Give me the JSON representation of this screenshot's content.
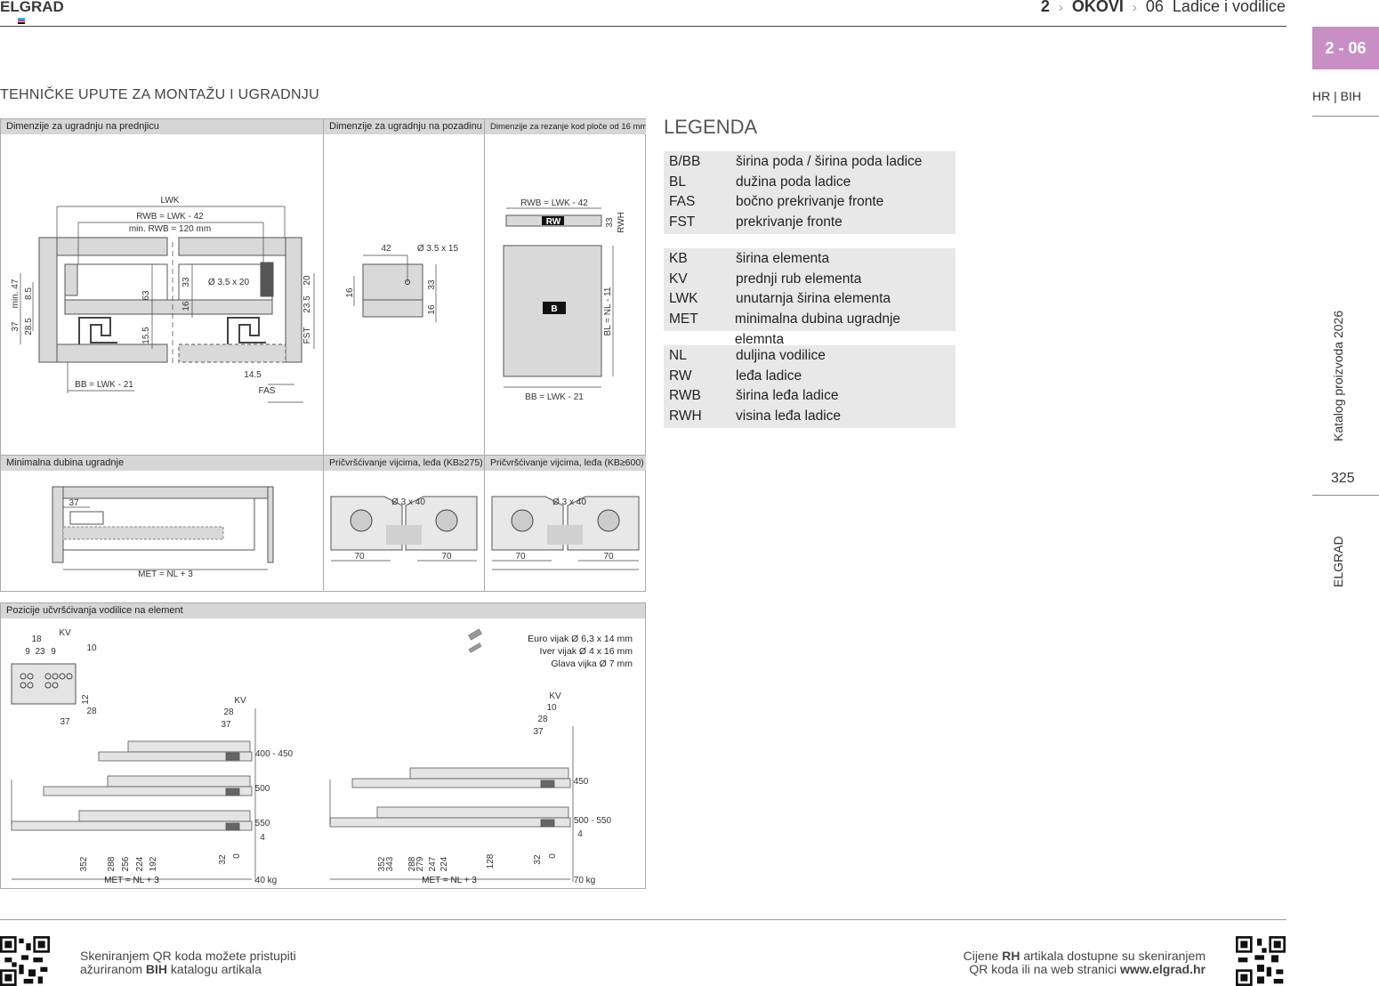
{
  "header": {
    "brand": "ELGRAD",
    "breadcrumb": {
      "num": "2",
      "section": "OKOVI",
      "sub_num": "06",
      "sub_label": "Ladice i vodilice"
    },
    "separator": "›"
  },
  "sidebar": {
    "tab": "2 - 06",
    "lang": "HR | BIH",
    "catalog": "Katalog proizvoda 2026",
    "page_number": "325",
    "brand_vertical": "ELGRAD"
  },
  "page_title": "TEHNIČKE UPUTE ZA MONTAŽU I UGRADNJU",
  "panels": {
    "front": {
      "title": "Dimenzije za ugradnju na prednjicu",
      "labels": {
        "lwk": "LWK",
        "rwb": "RWB = LWK - 42",
        "min_rwb": "min. RWB = 120 mm",
        "screw": "Ø 3.5 x 20",
        "bb": "BB = LWK - 21",
        "fas": "FAS",
        "fst": "FST",
        "d145": "14.5",
        "min47": "min. 47",
        "d85": "8.5",
        "d37": "37",
        "d285": "28.5",
        "d63": "63",
        "d155": "15.5",
        "d33": "33",
        "d16": "16",
        "d20": "20",
        "d235": "23.5"
      }
    },
    "back": {
      "title": "Dimenzije za ugradnju na pozadinu",
      "labels": {
        "d42": "42",
        "screw": "Ø 3.5 x 15",
        "d16a": "16",
        "d33": "33",
        "d16b": "16"
      }
    },
    "cut": {
      "title": "Dimenzije za rezanje kod ploče od 16 mm",
      "labels": {
        "rwb": "RWB = LWK - 42",
        "rw": "RW",
        "d33": "33",
        "rwh": "RWH",
        "b": "B",
        "bl": "BL = NL - 11",
        "bb": "BB = LWK - 21"
      }
    },
    "min_depth": {
      "title": "Minimalna dubina ugradnje",
      "labels": {
        "d37": "37",
        "met": "MET = NL + 3"
      }
    },
    "screw275": {
      "title": "Pričvršćivanje vijcima, leđa (KB≥275)",
      "labels": {
        "screw": "Ø 3 x 40",
        "l70a": "70",
        "l70b": "70"
      }
    },
    "screw600": {
      "title": "Pričvršćivanje vijcima, leđa (KB≥600)",
      "labels": {
        "screw": "Ø 3 x 40",
        "l70a": "70",
        "l70b": "70"
      }
    },
    "positions": {
      "title": "Pozicije učvršćivanja vodilice na element",
      "detail_labels": {
        "kv": "KV",
        "d18": "18",
        "d10": "10",
        "d9a": "9",
        "d23": "23",
        "d9b": "9",
        "d12": "12",
        "d28": "28",
        "d37": "37"
      },
      "screws_info": [
        "Euro vijak Ø 6,3 x 14 mm",
        "Iver vijak  Ø 4 x 16 mm",
        "Glava vijka  Ø 7 mm"
      ],
      "left": {
        "kv": "KV",
        "d28": "28",
        "d37": "37",
        "lengths": [
          "400 - 450",
          "500",
          "550"
        ],
        "d4": "4",
        "ticks": [
          "352",
          "288",
          "256",
          "224",
          "192",
          "32",
          "0"
        ],
        "met": "MET = NL + 3",
        "load": "40 kg"
      },
      "right": {
        "kv": "KV",
        "d10": "10",
        "d28": "28",
        "d37": "37",
        "lengths": [
          "450",
          "500 - 550"
        ],
        "d4": "4",
        "ticks": [
          "352",
          "343",
          "288",
          "279",
          "247",
          "224",
          "128",
          "32",
          "0"
        ],
        "met": "MET = NL + 3",
        "load": "70 kg"
      }
    }
  },
  "legend": {
    "title": "LEGENDA",
    "groups": [
      [
        {
          "k": "B/BB",
          "v": "širina poda / širina poda ladice"
        },
        {
          "k": "BL",
          "v": "dužina poda ladice"
        },
        {
          "k": "FAS",
          "v": "bočno prekrivanje fronte"
        },
        {
          "k": "FST",
          "v": "prekrivanje fronte"
        }
      ],
      [
        {
          "k": "KB",
          "v": "širina elementa"
        },
        {
          "k": "KV",
          "v": "prednji rub elementa"
        },
        {
          "k": "LWK",
          "v": "unutarnja širina elementa"
        },
        {
          "k": "MET",
          "v": "minimalna dubina ugradnje elemnta"
        }
      ],
      [
        {
          "k": "NL",
          "v": "duljina vodilice"
        },
        {
          "k": "RW",
          "v": "leđa ladice"
        },
        {
          "k": "RWB",
          "v": "širina leđa ladice"
        },
        {
          "k": "RWH",
          "v": "visina leđa ladice"
        }
      ]
    ]
  },
  "footer": {
    "left_line1": "Skeniranjem QR koda možete pristupiti",
    "left_line2_pre": "ažuriranom ",
    "left_line2_bold": "BIH",
    "left_line2_post": " katalogu artikala",
    "right_line1_pre": "Cijene ",
    "right_line1_bold": "RH",
    "right_line1_post": " artikala dostupne su skeniranjem",
    "right_line2_pre": "QR koda ili na web stranici ",
    "right_line2_bold": "www.elgrad.hr"
  },
  "colors": {
    "accent_tab": "#c98fc4",
    "panel_header": "#d6d6d6",
    "legend_bg": "#e8e8e8",
    "part_gray": "#d9d9d9"
  }
}
